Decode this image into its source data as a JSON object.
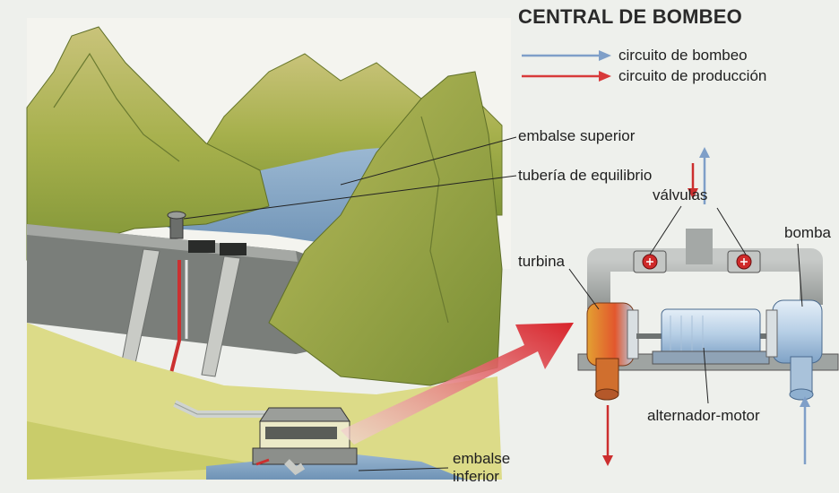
{
  "title": "CENTRAL DE BOMBEO",
  "legend": {
    "pumping": "circuito de bombeo",
    "production": "circuito de producción"
  },
  "labels": {
    "upper_reservoir": "embalse superior",
    "surge_pipe": "tubería de equilibrio",
    "valves": "válvulas",
    "pump": "bomba",
    "turbine": "turbina",
    "motor": "alternador-motor",
    "lower_reservoir_line1": "embalse",
    "lower_reservoir_line2": "inferior"
  },
  "colors": {
    "pumping_arrow": "#7f9fc8",
    "production_arrow": "#d83a3a",
    "water": "#7fa3c4",
    "mountain": "#a8b64a",
    "dam": "#8a8d86"
  }
}
